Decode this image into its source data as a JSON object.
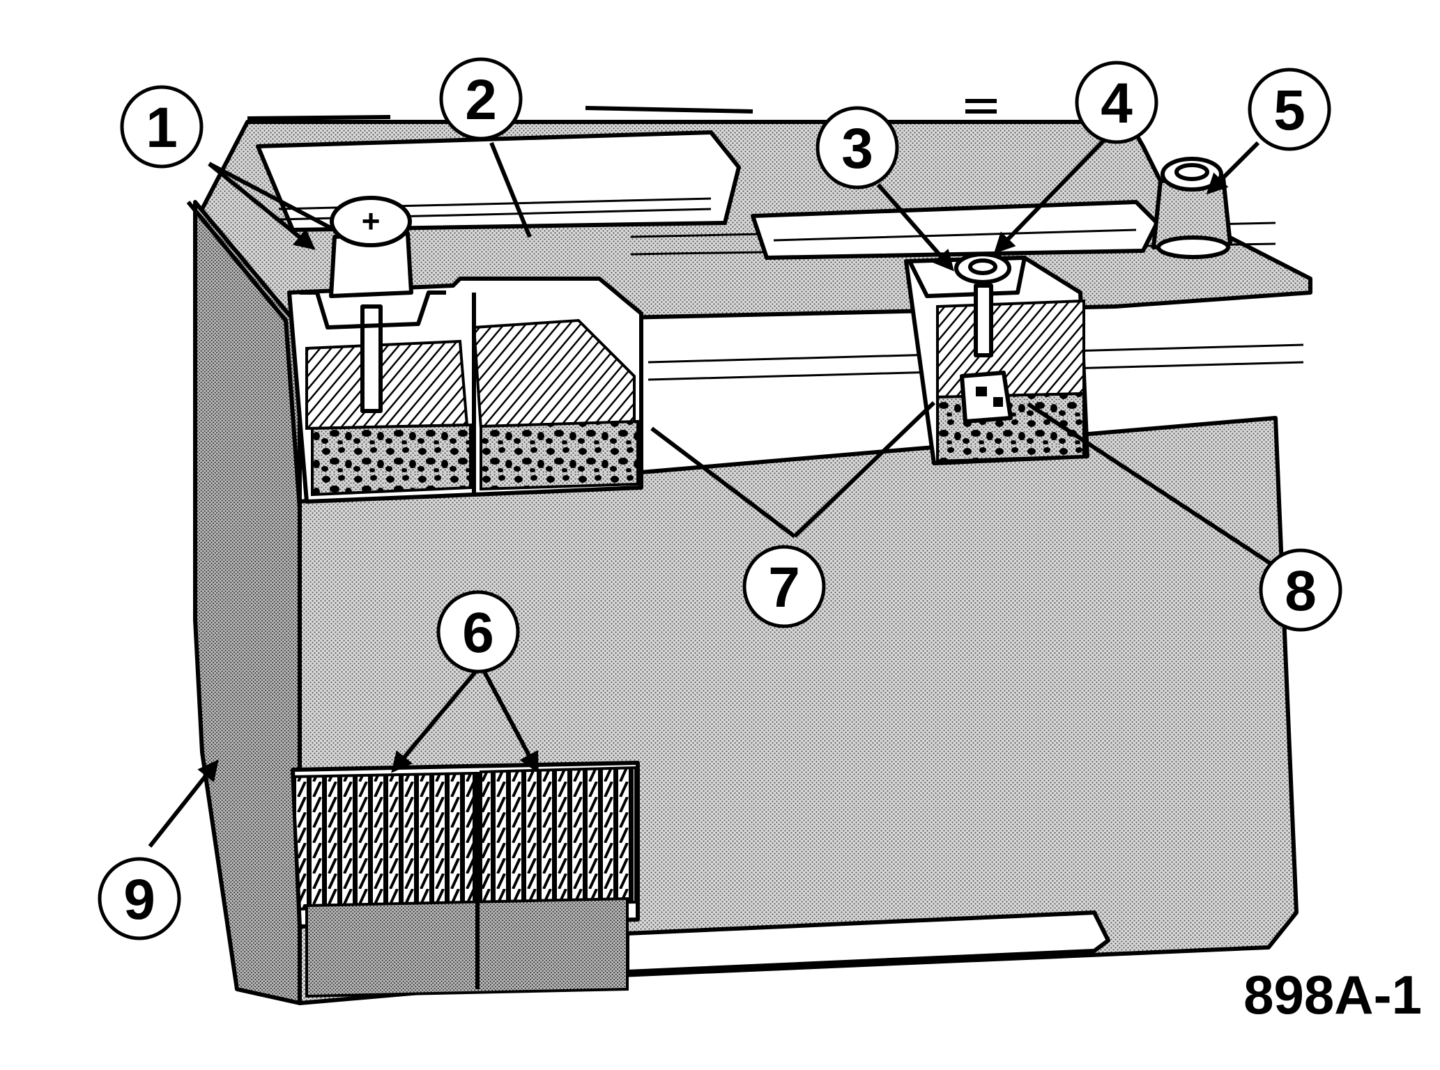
{
  "figure_id": "898A-1",
  "callouts": [
    {
      "number": "1"
    },
    {
      "number": "2"
    },
    {
      "number": "3"
    },
    {
      "number": "4"
    },
    {
      "number": "5"
    },
    {
      "number": "6"
    },
    {
      "number": "7"
    },
    {
      "number": "8"
    },
    {
      "number": "9"
    }
  ],
  "colors": {
    "line": "#000000",
    "background": "#ffffff",
    "stipple_light": "#d8d8d8",
    "stipple_dark": "#a8a8a8"
  }
}
